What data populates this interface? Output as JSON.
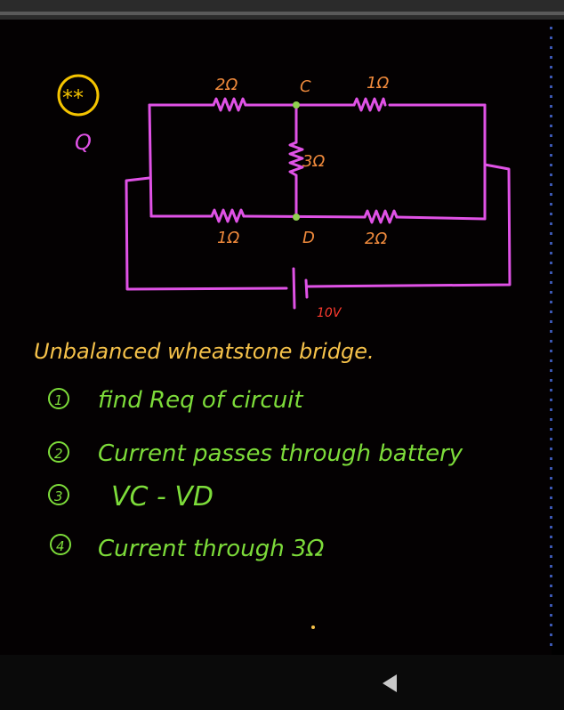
{
  "colors": {
    "background": "#040102",
    "circuit": "#e052e6",
    "label": "#f08a3c",
    "star": "#f5c400",
    "title": "#f6c24a",
    "questions": "#7ddc3a",
    "battery_label": "#ff3b2f"
  },
  "star_mark": {
    "text": "**",
    "question_mark": "Q"
  },
  "circuit": {
    "top_left_resistor": "2Ω",
    "top_right_resistor": "1Ω",
    "bottom_left_resistor": "1Ω",
    "bottom_right_resistor": "2Ω",
    "middle_resistor": "3Ω",
    "node_top": "C",
    "node_bottom": "D",
    "battery_voltage": "10V"
  },
  "title": "Unbalanced wheatstone bridge.",
  "questions": [
    {
      "num": "1",
      "text": "find Req of circuit"
    },
    {
      "num": "2",
      "text": "Current passes through battery"
    },
    {
      "num": "3",
      "text": "VC - VD"
    },
    {
      "num": "4",
      "text": "Current through 3Ω"
    }
  ],
  "nav": {
    "back_icon": "back-triangle-icon"
  }
}
